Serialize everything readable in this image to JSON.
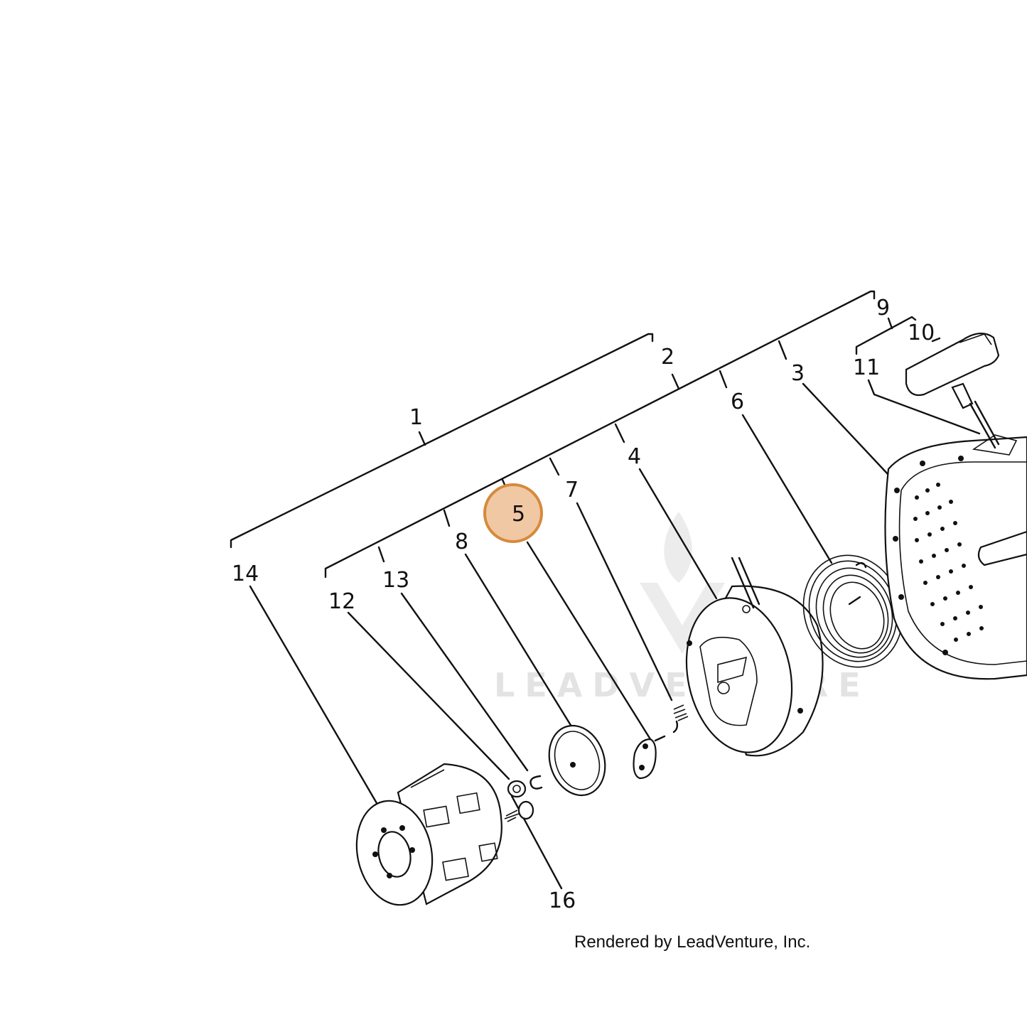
{
  "diagram": {
    "callouts": [
      "1",
      "2",
      "3",
      "4",
      "5",
      "6",
      "7",
      "8",
      "9",
      "10",
      "11",
      "12",
      "13",
      "14",
      "16"
    ],
    "highlighted_callout": "5",
    "highlight_color": "#d58a3c",
    "highlight_fill": "#f1c8a4"
  },
  "footer": {
    "credit": "Rendered by LeadVenture, Inc."
  },
  "watermark": {
    "text": "LEADVENTURE",
    "icon": "flame-v-logo-icon"
  }
}
